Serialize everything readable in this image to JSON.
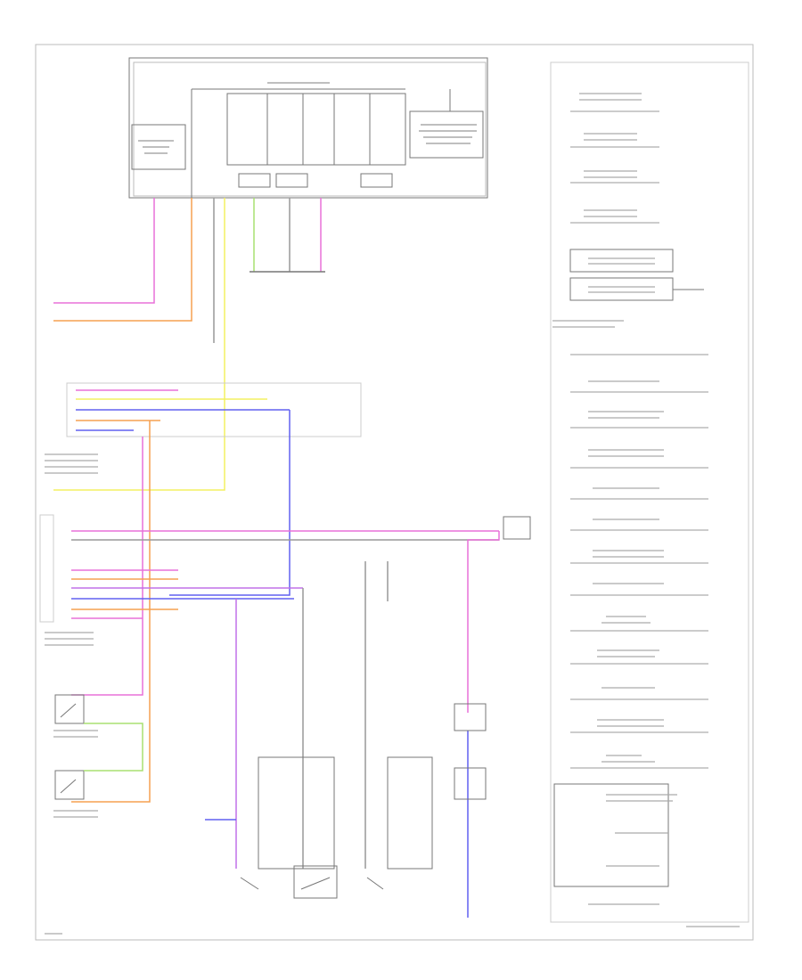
{
  "diagram": {
    "page_label": "",
    "footer_label": "",
    "wire_colors": {
      "pink": "#e870d8",
      "orange": "#f5a050",
      "yellow": "#f4f060",
      "blue": "#6060f0",
      "green": "#a8e070",
      "violet": "#c070e8",
      "gray": "#999999",
      "outline": "#7a7a7a"
    },
    "boxes": [
      {
        "id": "combination-meter-box"
      },
      {
        "id": "meter-block-2"
      },
      {
        "id": "meter-block-3"
      },
      {
        "id": "meter-block-4"
      },
      {
        "id": "meter-block-5"
      },
      {
        "id": "meter-block-6"
      },
      {
        "id": "meter-block-7"
      },
      {
        "id": "indicator-panel"
      },
      {
        "id": "lamp-box-1"
      },
      {
        "id": "lamp-box-2"
      },
      {
        "id": "lower-right-box"
      },
      {
        "id": "door-switch-box-1"
      },
      {
        "id": "door-switch-box-2"
      },
      {
        "id": "door-switch-box-3"
      },
      {
        "id": "connector-box-1"
      },
      {
        "id": "connector-box-2"
      },
      {
        "id": "connector-box-3"
      },
      {
        "id": "relay-box"
      }
    ],
    "indicator_count": 20
  }
}
